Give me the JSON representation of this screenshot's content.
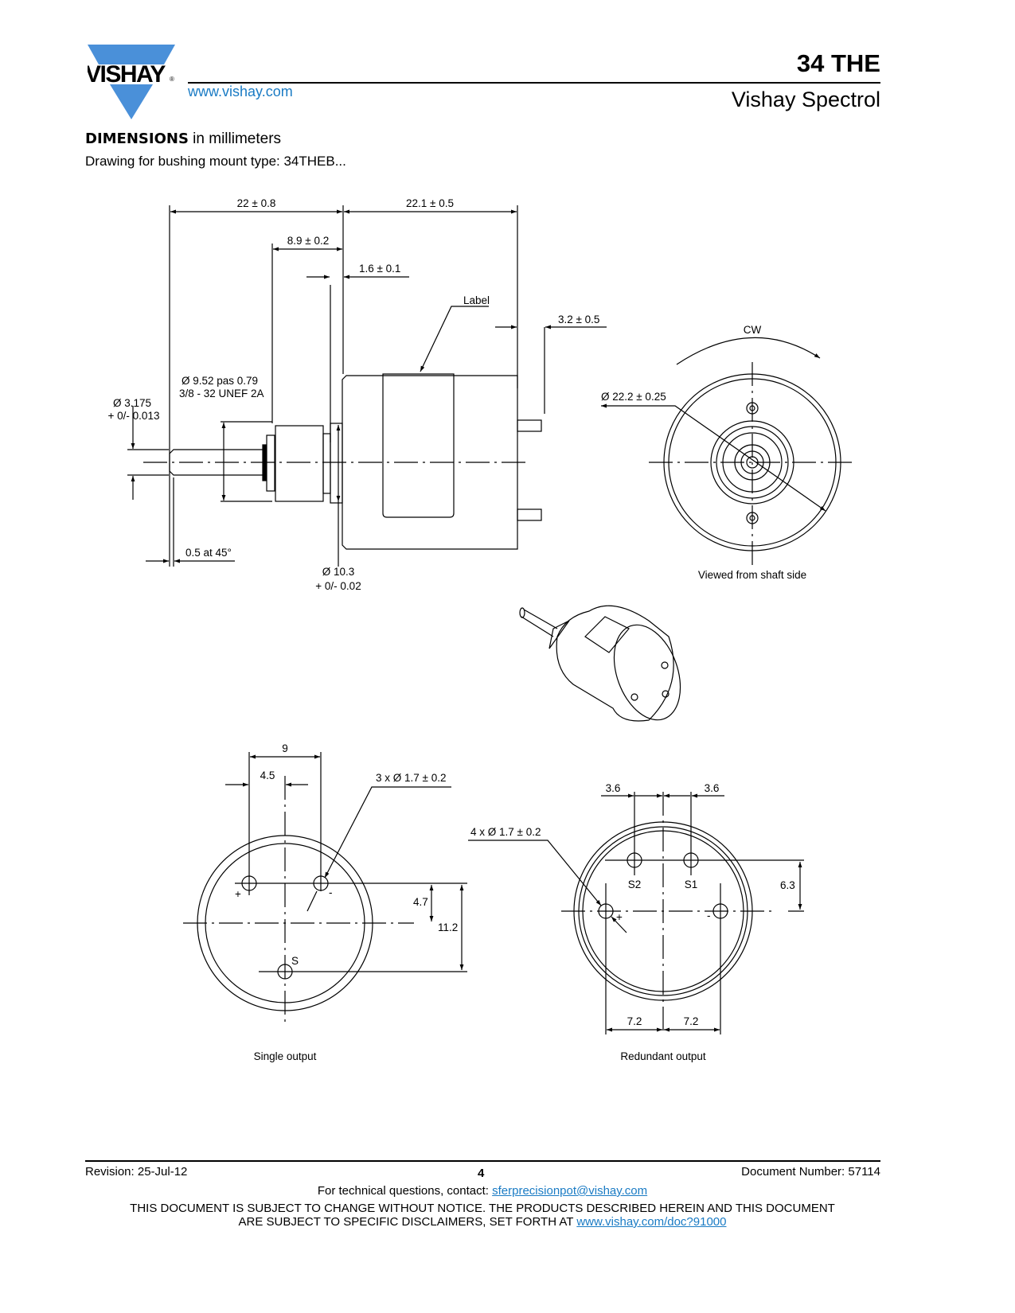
{
  "header": {
    "logo_text": "VISHAY",
    "url": "www.vishay.com",
    "title": "34 THE",
    "subtitle": "Vishay Spectrol"
  },
  "section": {
    "title_bold": "DIMENSIONS",
    "title_rest": " in millimeters",
    "description": "Drawing for bushing mount type: 34THEB..."
  },
  "side_view": {
    "dim_overall_front": "22 ± 0.8",
    "dim_body": "22.1 ± 0.5",
    "dim_bushing": "8.9 ± 0.2",
    "dim_flange": "1.6 ± 0.1",
    "label_callout": "Label",
    "dim_terminal": "3.2 ± 0.5",
    "thread_1": "Ø 9.52 pas 0.79",
    "thread_2": "3/8 - 32 UNEF 2A",
    "shaft_dia_1": "Ø 3.175",
    "shaft_dia_2": "+ 0/- 0.013",
    "chamfer": "0.5 at 45°",
    "flange_dia_1": "Ø 10.3",
    "flange_dia_2": "+ 0/- 0.02"
  },
  "front_view": {
    "direction": "CW",
    "diameter": "Ø 22.2 ± 0.25",
    "caption": "Viewed from shaft side"
  },
  "single_output": {
    "dim_9": "9",
    "dim_4_5": "4.5",
    "holes": "3 x Ø 1.7 ± 0.2",
    "dim_4_7": "4.7",
    "dim_11_2": "11.2",
    "plus": "+",
    "minus": "-",
    "s": "S",
    "caption": "Single output"
  },
  "redundant_output": {
    "dim_3_6_left": "3.6",
    "dim_3_6_right": "3.6",
    "holes": "4 x Ø 1.7 ± 0.2",
    "s2": "S2",
    "s1": "S1",
    "dim_6_3": "6.3",
    "plus": "+",
    "minus": "-",
    "dim_7_2_left": "7.2",
    "dim_7_2_right": "7.2",
    "caption": "Redundant output"
  },
  "footer": {
    "revision": "Revision: 25-Jul-12",
    "page": "4",
    "document_number": "Document Number: 57114",
    "contact_prefix": "For technical questions, contact: ",
    "contact_email": "sferprecisionpot@vishay.com",
    "disclaimer_1": "THIS DOCUMENT IS SUBJECT TO CHANGE WITHOUT NOTICE. THE PRODUCTS DESCRIBED HEREIN AND THIS DOCUMENT",
    "disclaimer_2": "ARE SUBJECT TO SPECIFIC DISCLAIMERS, SET FORTH AT ",
    "disclaimer_link": "www.vishay.com/doc?91000"
  },
  "colors": {
    "brand_blue": "#4a90d9",
    "link": "#1a7bc4"
  }
}
